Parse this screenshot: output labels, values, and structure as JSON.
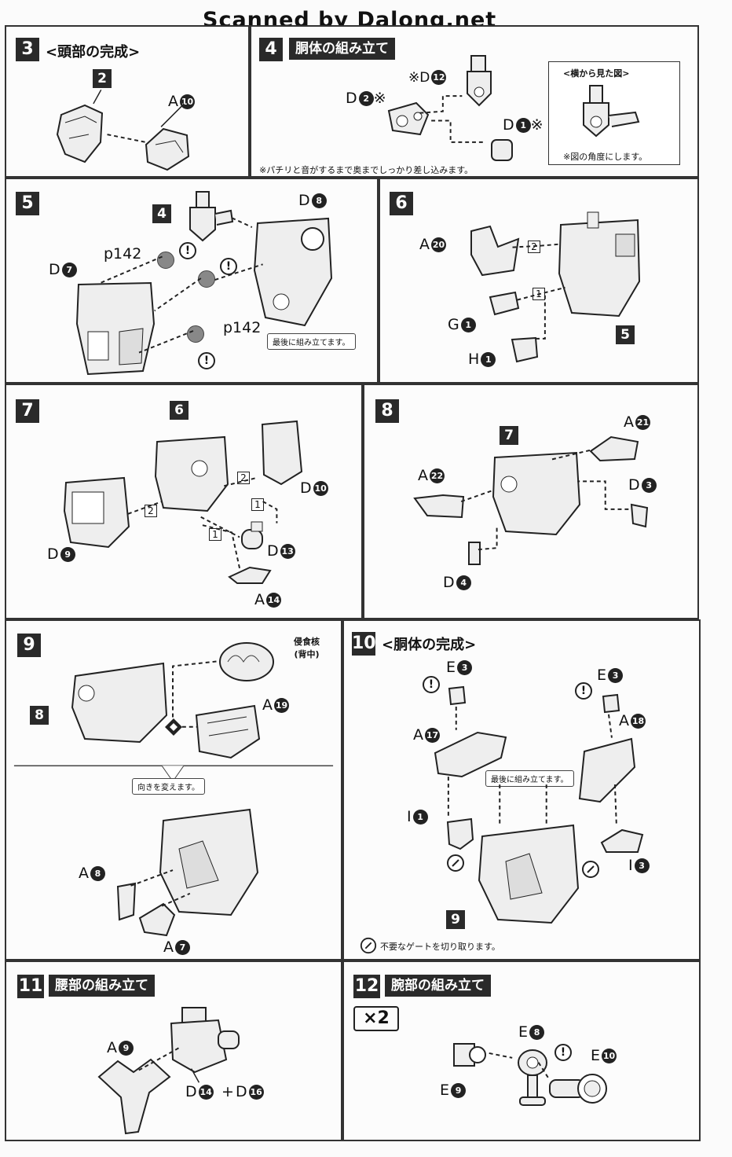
{
  "watermark": "Scanned by Dalong.net",
  "steps": {
    "s3": {
      "num": "3",
      "title": "<頭部の完成>",
      "parts": [
        "2",
        "A10"
      ]
    },
    "s4": {
      "num": "4",
      "title": "胴体の組み立て",
      "note": "※パチリと音がするまで奥までしっかり差し込みます。",
      "side_view_title": "<横から見た図>",
      "side_view_note": "※図の角度にします。",
      "parts": [
        "※D12",
        "D2※",
        "D1※"
      ]
    },
    "s5": {
      "num": "5",
      "ref": "4",
      "pages": [
        "p142",
        "p142"
      ],
      "callout": "最後に組み立てます。",
      "parts": [
        "D8",
        "D7"
      ]
    },
    "s6": {
      "num": "6",
      "ref": "5",
      "parts": [
        "A20",
        "G1",
        "H1"
      ]
    },
    "s7": {
      "num": "7",
      "ref": "6",
      "parts": [
        "D10",
        "D9",
        "D13",
        "A14"
      ]
    },
    "s8": {
      "num": "8",
      "ref": "7",
      "parts": [
        "A21",
        "A22",
        "D3",
        "D4"
      ]
    },
    "s9": {
      "num": "9",
      "ref": "8",
      "core_label": "侵食核\n(背中)",
      "callout": "向きを変えます。",
      "parts": [
        "A19",
        "A8",
        "A7"
      ]
    },
    "s10": {
      "num": "10",
      "title": "<胴体の完成>",
      "callout": "最後に組み立てます。",
      "ref": "9",
      "gate_note": "不要なゲートを切り取ります。",
      "parts": [
        "E3",
        "E3",
        "A17",
        "A18",
        "I1",
        "I3"
      ]
    },
    "s11": {
      "num": "11",
      "title": "腰部の組み立て",
      "parts": [
        "A9",
        "D14",
        "D16"
      ],
      "plus": "+"
    },
    "s12": {
      "num": "12",
      "title": "腕部の組み立て",
      "multiplier": "×2",
      "parts": [
        "E8",
        "E10",
        "E9"
      ]
    }
  }
}
